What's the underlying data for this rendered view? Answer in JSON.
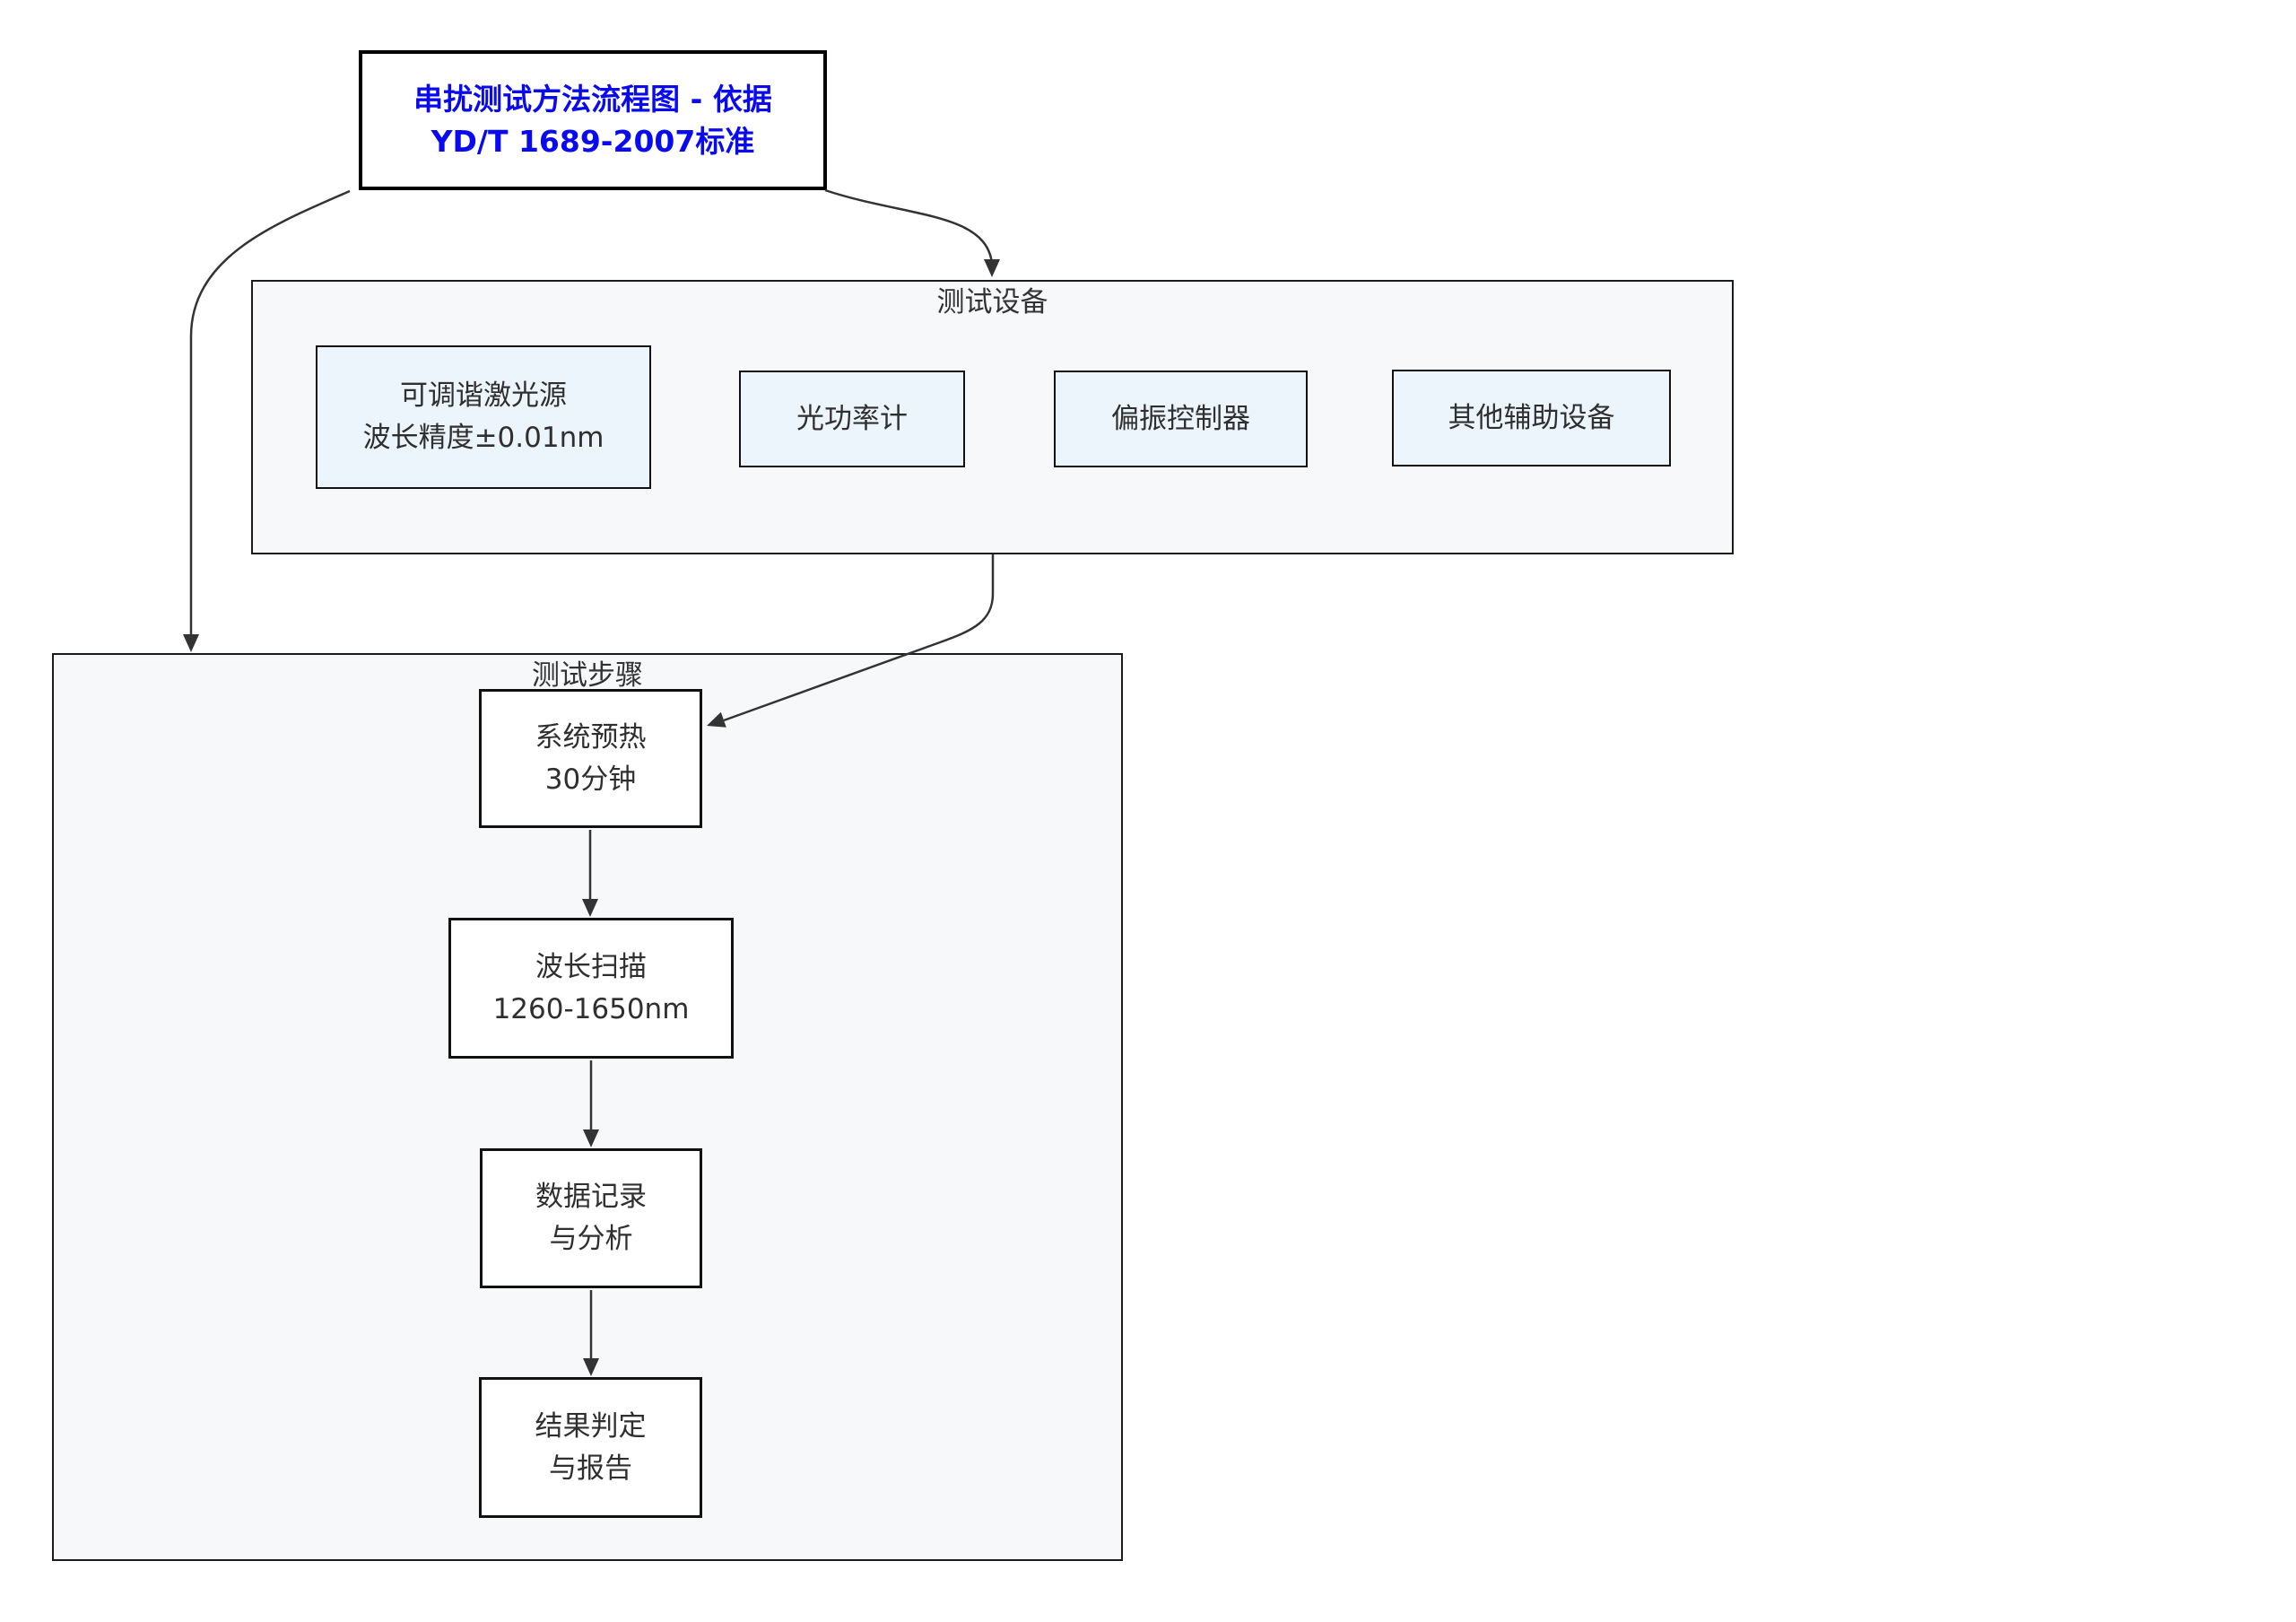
{
  "title_box": {
    "line1": "串扰测试方法流程图 - 依据",
    "line2": "YD/T 1689-2007标准"
  },
  "equipment_section": {
    "label": "测试设备",
    "items": [
      {
        "line1": "可调谐激光源",
        "line2": "波长精度±0.01nm"
      },
      {
        "line1": "光功率计"
      },
      {
        "line1": "偏振控制器"
      },
      {
        "line1": "其他辅助设备"
      }
    ]
  },
  "steps_section": {
    "label": "测试步骤",
    "steps": [
      {
        "line1": "系统预热",
        "line2": "30分钟"
      },
      {
        "line1": "波长扫描",
        "line2": "1260-1650nm"
      },
      {
        "line1": "数据记录",
        "line2": "与分析"
      },
      {
        "line1": "结果判定",
        "line2": "与报告"
      }
    ]
  },
  "colors": {
    "title_text": "#0a0af0",
    "container_fill": "#f7f8fa",
    "equipment_node_fill": "#ecf4fc",
    "step_node_fill": "#ffffff",
    "border": "#111111",
    "edge": "#333333",
    "page_background": "#ffffff"
  }
}
